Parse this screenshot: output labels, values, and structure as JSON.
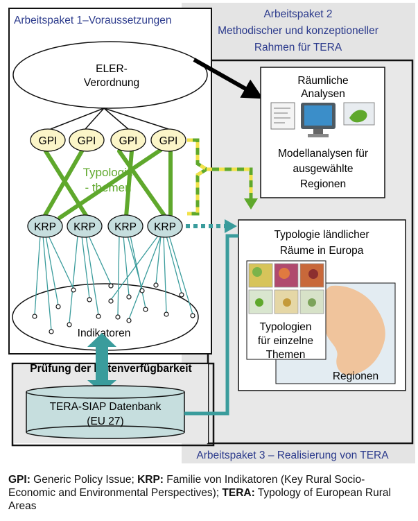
{
  "ap1": {
    "title": "Arbeitspaket 1–Voraussetzungen"
  },
  "ap2": {
    "title": [
      "Arbeitspaket 2",
      "Methodischer und konzeptioneller",
      "Rahmen für TERA"
    ]
  },
  "ap3": {
    "title": "Arbeitspaket 3 – Realisierung von TERA"
  },
  "eler": [
    "ELER-",
    "Verordnung"
  ],
  "gpi_label": "GPI",
  "krp_label": "KRP",
  "typologie_themen": [
    "Typologie",
    "- themen"
  ],
  "indikatoren": "Indikatoren",
  "pruefung": "Prüfung der Datenverfügbarkeit",
  "datenbank": [
    "TERA-SIAP Datenbank",
    "(EU 27)"
  ],
  "raeumliche_box": {
    "title": [
      "Räumliche",
      "Analysen"
    ],
    "subtitle": [
      "Modellanalysen für",
      "ausgewählte",
      "Regionen"
    ]
  },
  "typologie_box": {
    "title": [
      "Typologie ländlicher",
      "Räume in Europa"
    ],
    "inner": [
      "Typologien",
      "für einzelne",
      "Themen"
    ],
    "regionen": "Regionen"
  },
  "caption": [
    {
      "bold": "GPI:",
      "text": " Generic Policy Issue; "
    },
    {
      "bold": "KRP:",
      "text": " Familie von Indikatoren (Key Rural Socio-Economic and Environmental Perspectives); "
    },
    {
      "bold": "TERA:",
      "text": " Typology of European Rural Areas"
    }
  ],
  "colors": {
    "navy": "#2b3a8c",
    "grey_panel": "#e4e4e4",
    "gpi_fill": "#fbf5c8",
    "krp_fill": "#c6dede",
    "green": "#5fa82c",
    "teal": "#3a9c9c",
    "yellow": "#f2e24a"
  }
}
